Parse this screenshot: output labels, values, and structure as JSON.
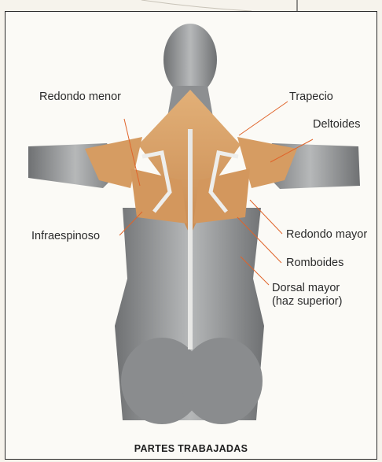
{
  "labels": {
    "redondo_menor": "Redondo menor",
    "trapecio": "Trapecio",
    "deltoides": "Deltoides",
    "infraespinoso": "Infraespinoso",
    "redondo_mayor": "Redondo mayor",
    "romboides": "Romboides",
    "dorsal_mayor_line1": "Dorsal mayor",
    "dorsal_mayor_line2": "(haz superior)"
  },
  "caption": "PARTES TRABAJADAS",
  "colors": {
    "worked_muscle": "#d9a066",
    "other_muscle": "#8f9192",
    "leader_line": "#e0642a",
    "frame": "#2a2a2a"
  }
}
